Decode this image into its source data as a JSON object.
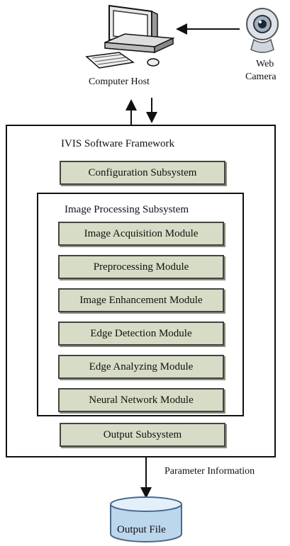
{
  "computer_host": {
    "label": "Computer Host",
    "icon": "desktop-computer-icon"
  },
  "web_camera": {
    "label_line1": "Web",
    "label_line2": "Camera",
    "icon": "webcam-icon"
  },
  "framework": {
    "title": "IVIS Software Framework"
  },
  "configuration": {
    "label": "Configuration Subsystem"
  },
  "image_processing": {
    "title": "Image Processing Subsystem",
    "modules": [
      "Image Acquisition Module",
      "Preprocessing Module",
      "Image Enhancement Module",
      "Edge Detection Module",
      "Edge Analyzing Module",
      "Neural Network Module"
    ]
  },
  "output_subsystem": {
    "label": "Output Subsystem"
  },
  "parameter_info": {
    "label": "Parameter Information"
  },
  "output_file": {
    "label": "Output File",
    "icon": "database-cylinder-icon"
  },
  "colors": {
    "module_fill": "#d7dcc6",
    "cylinder_fill": "#bcd6ec"
  }
}
